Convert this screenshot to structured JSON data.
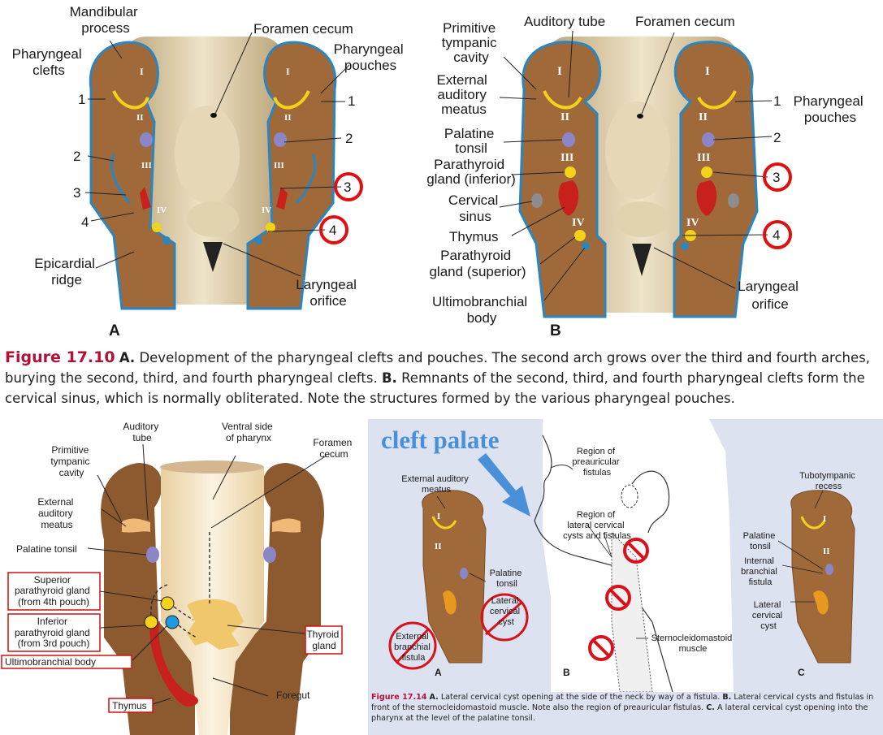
{
  "figA": {
    "labels": {
      "mandibular": [
        "Mandibular",
        "process"
      ],
      "clefts": [
        "Pharyngeal",
        "clefts"
      ],
      "foramen": "Foramen cecum",
      "pouches": [
        "Pharyngeal",
        "pouches"
      ],
      "epicardial": [
        "Epicardial",
        "ridge"
      ],
      "laryngeal": [
        "Laryngeal",
        "orifice"
      ],
      "num1": "1",
      "num2": "2",
      "num3": "3",
      "num4": "4",
      "panel": "A"
    },
    "romans": [
      "I",
      "II",
      "III",
      "IV"
    ]
  },
  "figB": {
    "labels": {
      "primitive": [
        "Primitive",
        "tympanic",
        "cavity"
      ],
      "auditory": "Auditory tube",
      "foramen": "Foramen cecum",
      "external": [
        "External",
        "auditory",
        "meatus"
      ],
      "pouches": [
        "Pharyngeal",
        "pouches"
      ],
      "palatine": [
        "Palatine",
        "tonsil"
      ],
      "parathyroid_inf": [
        "Parathyroid",
        "gland (inferior)"
      ],
      "cervical": [
        "Cervical",
        "sinus"
      ],
      "thymus": "Thymus",
      "parathyroid_sup": [
        "Parathyroid",
        "gland (superior)"
      ],
      "ultimo": [
        "Ultimobranchial",
        "body"
      ],
      "laryngeal": [
        "Laryngeal",
        "orifice"
      ],
      "num1": "1",
      "num2": "2",
      "num3": "3",
      "num4": "4",
      "panel": "B"
    },
    "romans": [
      "I",
      "II",
      "III",
      "IV"
    ]
  },
  "caption1": {
    "figure": "Figure 17.10",
    "a_label": "A.",
    "a_text": " Development of the pharyngeal clefts and pouches. The second arch grows over the third and fourth arches, burying the second, third, and fourth pharyngeal clefts. ",
    "b_label": "B.",
    "b_text": " Remnants of the second, third, and fourth pharyngeal clefts form the cervical sinus, which is normally obliterated. Note the structures formed by the various pharyngeal pouches."
  },
  "figC": {
    "labels": {
      "auditory": [
        "Auditory",
        "tube"
      ],
      "ventral": [
        "Ventral side",
        "of pharynx"
      ],
      "foramen": [
        "Foramen",
        "cecum"
      ],
      "primitive": [
        "Primitive",
        "tympanic",
        "cavity"
      ],
      "external": [
        "External",
        "auditory",
        "meatus"
      ],
      "palatine": "Palatine tonsil",
      "superior": [
        "Superior",
        "parathyroid gland",
        "(from 4th pouch)"
      ],
      "inferior": [
        "Inferior",
        "parathyroid gland",
        "(from 3rd pouch)"
      ],
      "ultimo": "Ultimobranchial body",
      "thyroid": [
        "Thyroid",
        "gland"
      ],
      "thymus": "Thymus",
      "foregut": "Foregut"
    }
  },
  "figD": {
    "annotation": "cleft palate",
    "labels": {
      "ext_meatus": [
        "External auditory",
        "meatus"
      ],
      "preauricular": [
        "Region of",
        "preauricular",
        "fistulas"
      ],
      "lateral_region": [
        "Region of",
        "lateral cervical",
        "cysts and fistulas"
      ],
      "tubotympanic": [
        "Tubotympanic",
        "recess"
      ],
      "palatine_a": [
        "Palatine",
        "tonsil"
      ],
      "lateral_cyst_a": [
        "Lateral",
        "cervical",
        "cyst"
      ],
      "ext_fistula": [
        "External",
        "branchial",
        "fistula"
      ],
      "scm": [
        "Sternocleidomastoid",
        "muscle"
      ],
      "palatine_c": [
        "Palatine",
        "tonsil"
      ],
      "internal_fistula": [
        "Internal",
        "branchial",
        "fistula"
      ],
      "lateral_cyst_c": [
        "Lateral",
        "cervical",
        "cyst"
      ],
      "panelA": "A",
      "panelB": "B",
      "panelC": "C",
      "romanI": "I",
      "romanII": "II"
    },
    "colors": {
      "background": "#dde2f0",
      "annotation": "#4a90d9",
      "prohibit": "#d8111b"
    }
  },
  "caption2": {
    "figure": "Figure 17.14",
    "a_label": "A.",
    "a_text": " Lateral cervical cyst opening at the side of the neck by way of a fistula. ",
    "b_label": "B.",
    "b_text": " Lateral cervical cysts and fistulas in front of the sternocleidomastoid muscle. Note also the region of preauricular fistulas. ",
    "c_label": "C.",
    "c_text": " A lateral cervical cyst opening into the pharynx at the level of the palatine tonsil."
  },
  "colors": {
    "tissue": "#a0693a",
    "tissue_dark": "#7a4c26",
    "floor": "#e9dcc0",
    "ectoderm": "#2a86c1",
    "endoderm": "#f4d21a",
    "highlight_circle": "#e01010",
    "caption_figure": "#b0123a",
    "tonsil": "#8b86c6",
    "thymus": "#c8201c"
  }
}
